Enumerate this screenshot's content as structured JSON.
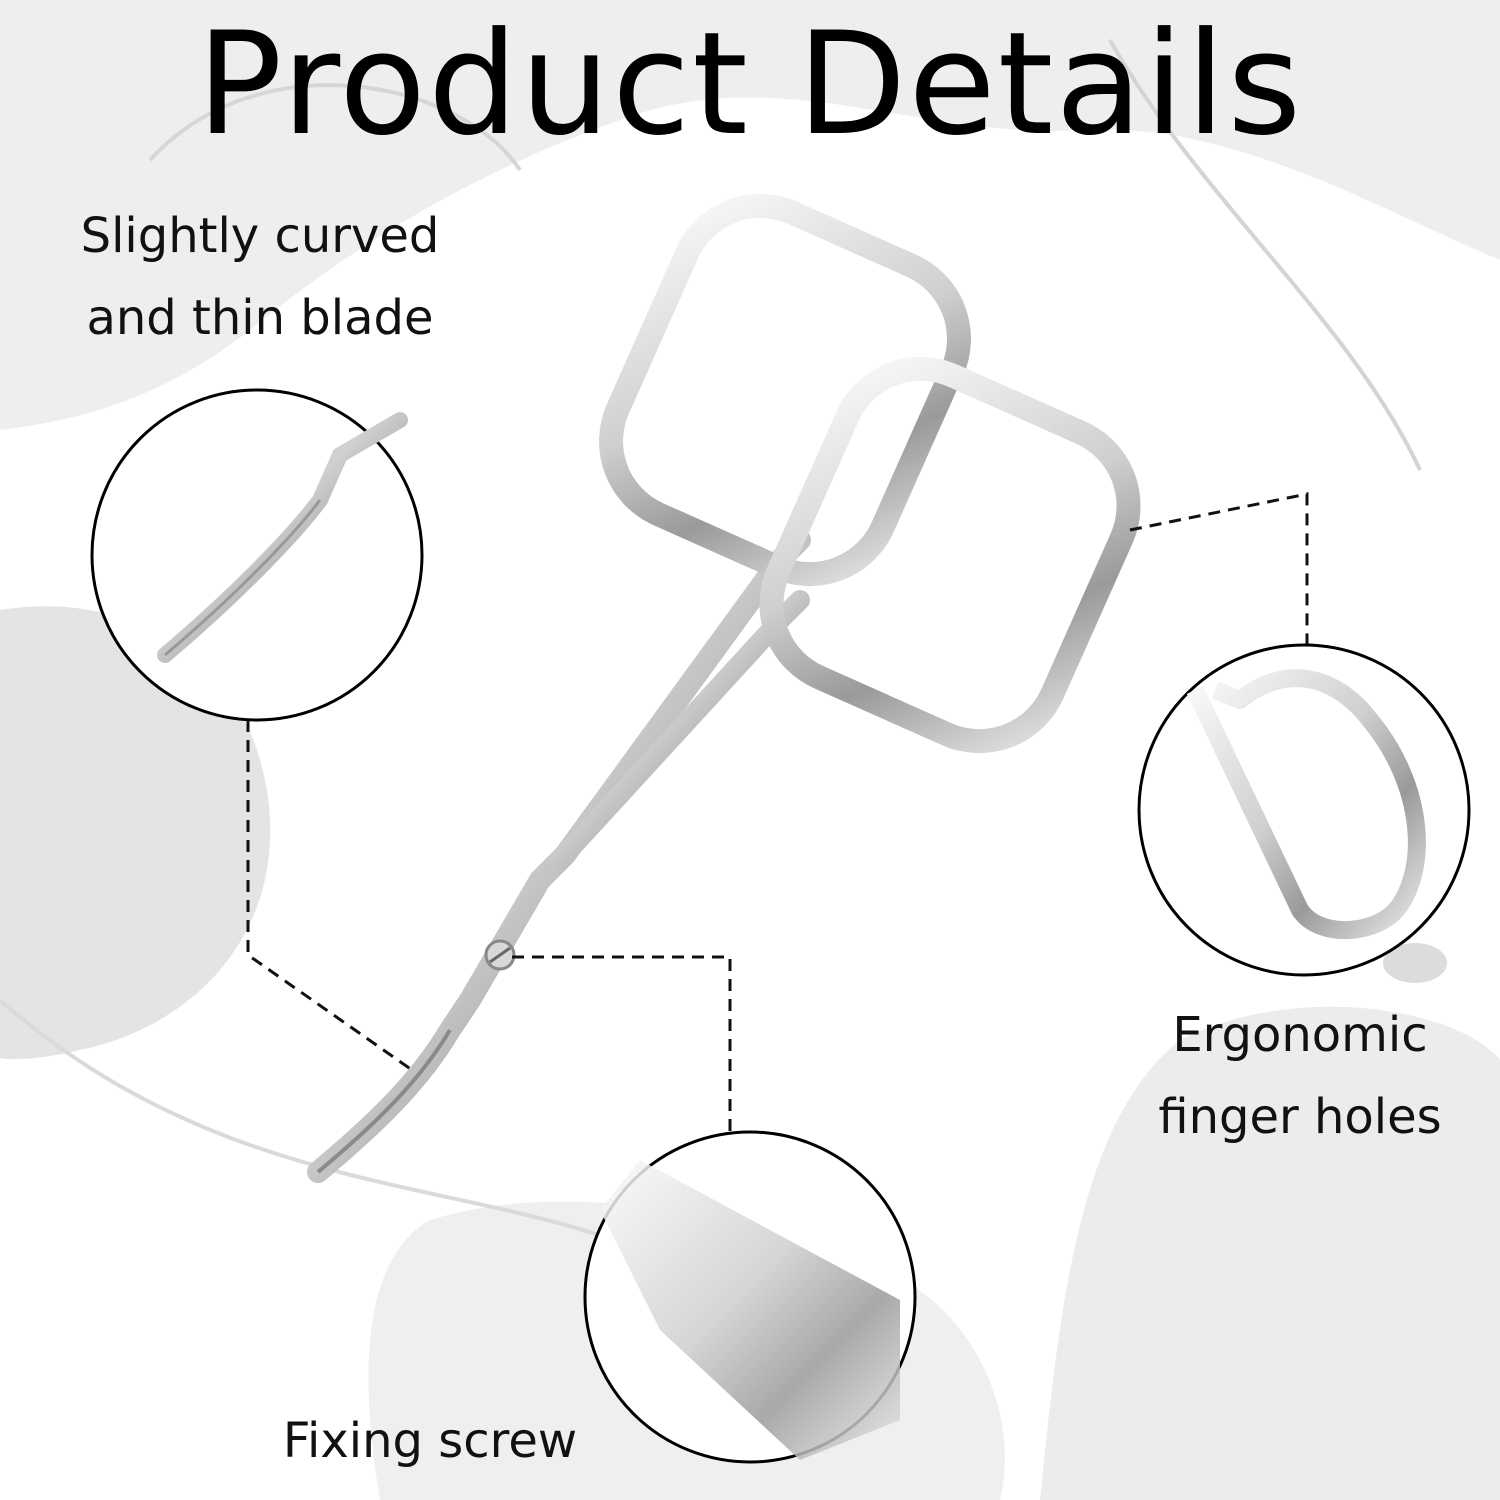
{
  "title": "Product Details",
  "callouts": [
    {
      "id": "blade",
      "lines": [
        "Slightly curved",
        "and thin blade"
      ]
    },
    {
      "id": "finger_holes",
      "lines": [
        "Ergonomic",
        "finger holes"
      ]
    },
    {
      "id": "screw",
      "lines": [
        "Fixing screw"
      ]
    }
  ],
  "colors": {
    "background": "#ffffff",
    "bg_shapes": "#ebebeb",
    "text": "#111111",
    "metal_light": "#f2f2f2",
    "metal_dark": "#8a8a8a"
  }
}
